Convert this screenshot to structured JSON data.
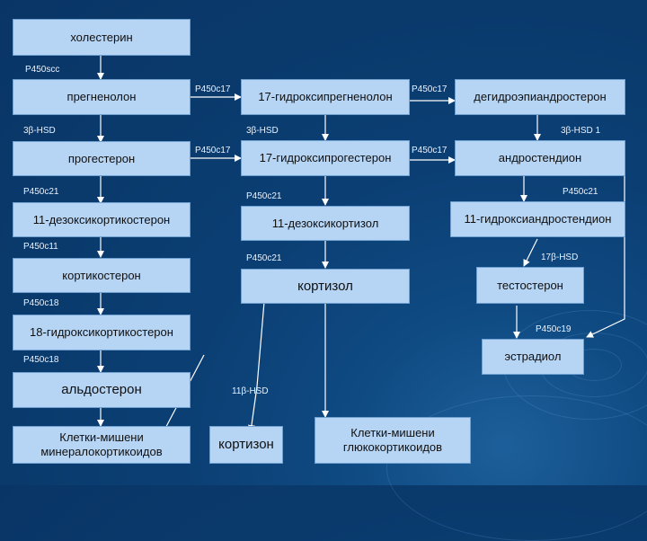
{
  "boxes": {
    "cholesterol": "холестерин",
    "pregnenolone": "прегненолон",
    "hydroxypregnenolone": "17-гидроксипрегненолон",
    "dhea": "дегидроэпиандростерон",
    "progesterone": "прогестерон",
    "hydroxyprogesterone": "17-гидроксипрогестерон",
    "androstenedione": "андростендион",
    "deoxycorticosterone": "11-дезоксикортикостерон",
    "deoxycortisol": "11-дезоксикортизол",
    "hydroxyandrostenedione": "11-гидроксиандростендион",
    "corticosterone": "кортикостерон",
    "cortisol": "кортизол",
    "testosterone": "тестостерон",
    "hydroxycorticosterone": "18-гидроксикортикостерон",
    "estradiol": "эстрадиол",
    "aldosterone": "альдостерон",
    "mineralocorticoid_targets": "Клетки-мишени минералокортикоидов",
    "cortisone": "кортизон",
    "glucocorticoid_targets": "Клетки-мишени глюкокортикоидов"
  },
  "enzymes": {
    "p450scc": "P450scc",
    "p450c17_row1_a": "P450c17",
    "p450c17_row1_b": "P450c17",
    "hsd3b_left": "3β-HSD",
    "hsd3b_mid": "3β-HSD",
    "hsd3b_right": "3β-HSD 1",
    "p450c17_row2_a": "P450c17",
    "p450c17_row2_b": "P450c17",
    "p450c21_left": "P450c21",
    "p450c21_mid": "P450c21",
    "p450c21_right": "P450c21",
    "p450c11": "P450c11",
    "p450c21_mid2": "P450c21",
    "hsd17b": "17β-HSD",
    "p450c18_a": "P450c18",
    "p450c19": "P450c19",
    "p450c18_b": "P450c18",
    "hsd11b": "11β-HSD"
  },
  "colors": {
    "background": "#0b3f74",
    "box_fill": "#b6d5f5",
    "box_border": "#6fa0d2",
    "arrow": "#ffffff",
    "label_text": "#e8f2ff"
  }
}
